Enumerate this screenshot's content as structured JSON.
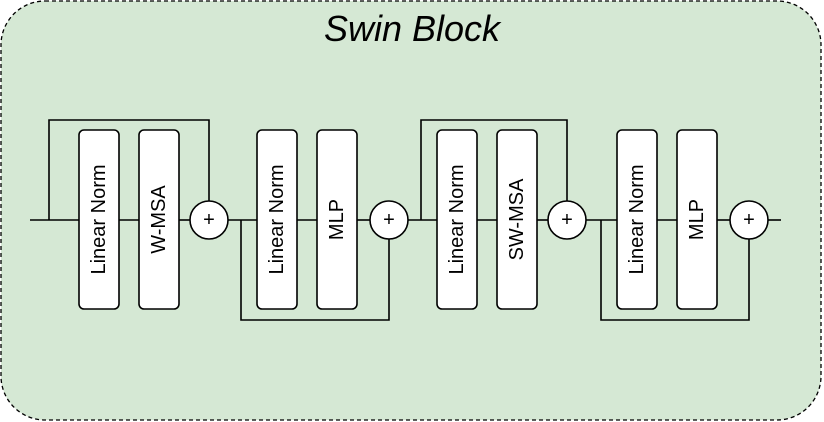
{
  "title": "Swin Block",
  "add_symbol": "+",
  "stages": [
    {
      "norm_label": "Linear Norm",
      "op_label": "W-MSA"
    },
    {
      "norm_label": "Linear Norm",
      "op_label": "MLP"
    },
    {
      "norm_label": "Linear Norm",
      "op_label": "SW-MSA"
    },
    {
      "norm_label": "Linear Norm",
      "op_label": "MLP"
    }
  ],
  "colors": {
    "container_fill": "#d5e8d4",
    "block_fill": "#ffffff",
    "stroke": "#000000"
  }
}
